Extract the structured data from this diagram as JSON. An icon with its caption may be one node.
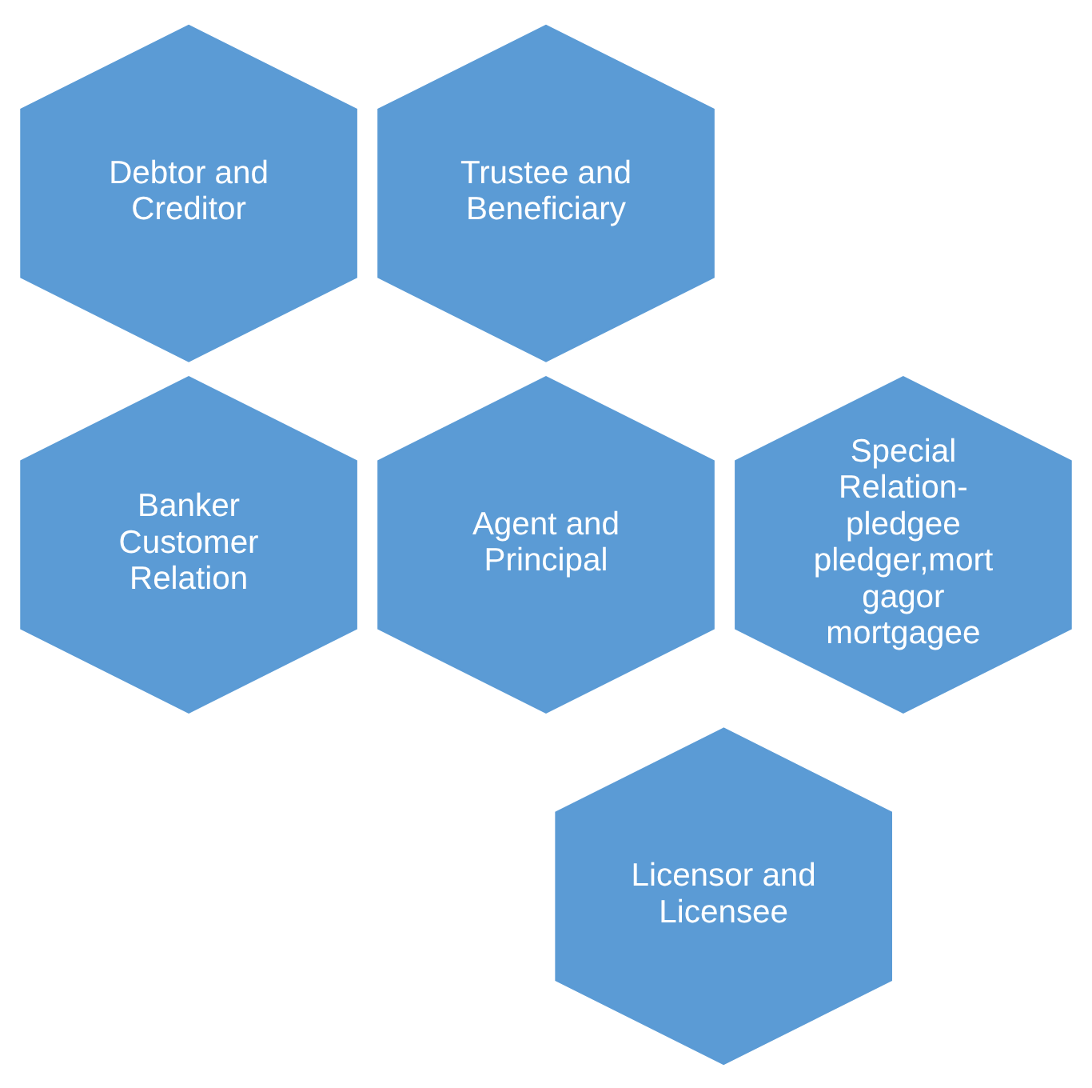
{
  "diagram": {
    "nodes": [
      {
        "text": [
          "Debtor and Creditor"
        ]
      },
      {
        "text": [
          "Trustee and Beneficiary"
        ]
      },
      {
        "text": [
          "Special Relation- pledgee pledger,mort gagor mortgagee"
        ]
      },
      {
        "text": [
          "Banker Customer Relation"
        ]
      },
      {
        "text": [
          "Agent and Principal"
        ]
      },
      {
        "text": [
          "Licensor and Licensee"
        ]
      }
    ],
    "edges": []
  }
}
